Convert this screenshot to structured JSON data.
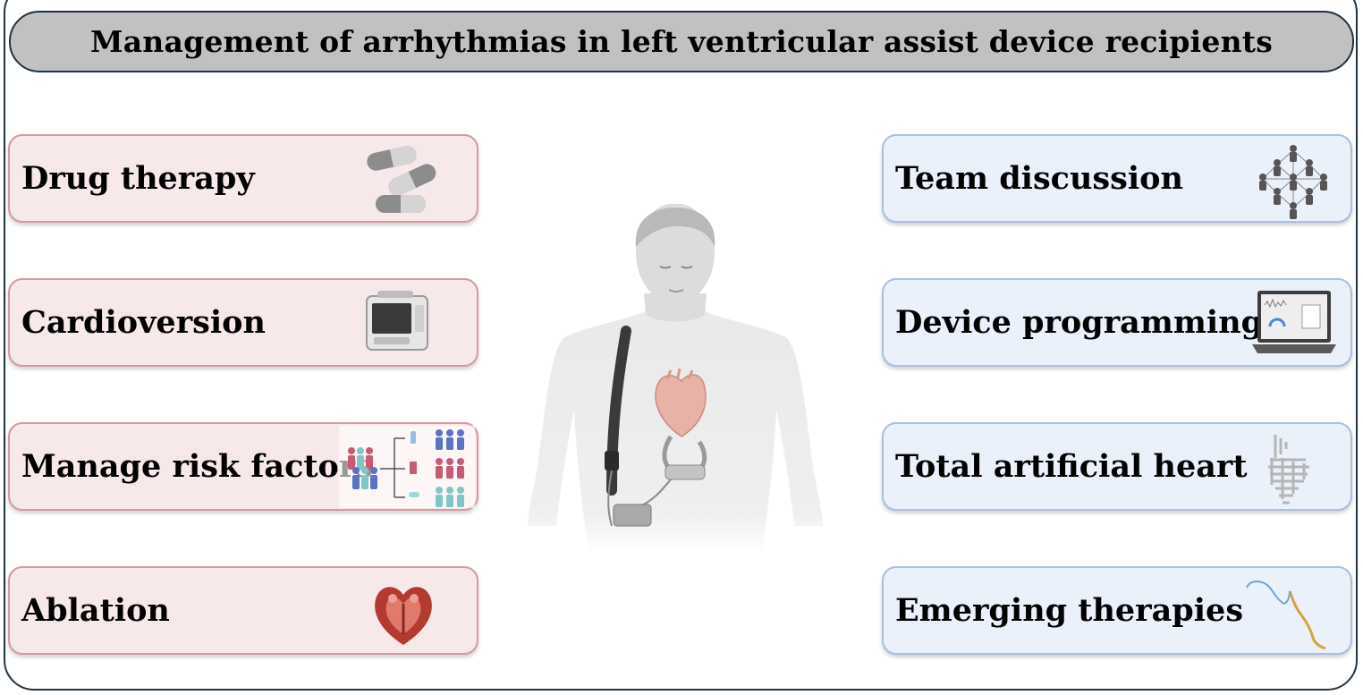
{
  "title": "Management of arrhythmias in left ventricular assist device recipients",
  "left_items": [
    {
      "label": "Drug therapy",
      "icon": "capsules-icon"
    },
    {
      "label": "Cardioversion",
      "icon": "defibrillator-icon"
    },
    {
      "label": "Manage risk factors",
      "icon": "patient-stratification-icon"
    },
    {
      "label": "Ablation",
      "icon": "heart-cross-section-icon"
    }
  ],
  "right_items": [
    {
      "label": "Team discussion",
      "icon": "team-network-icon"
    },
    {
      "label": "Device programming",
      "icon": "laptop-icon"
    },
    {
      "label": "Total artificial heart",
      "icon": "artificial-heart-icon"
    },
    {
      "label": "Emerging therapies",
      "icon": "catheter-icon"
    }
  ],
  "center_figure": "lvad-patient-illustration",
  "colors": {
    "title_bg": "#c1c1c1",
    "left_card_bg": "#f7e8e9",
    "left_card_border": "#d49aa0",
    "right_card_bg": "#eaf1fb",
    "right_card_border": "#a9bfdf",
    "frame_border": "#1f3344"
  }
}
